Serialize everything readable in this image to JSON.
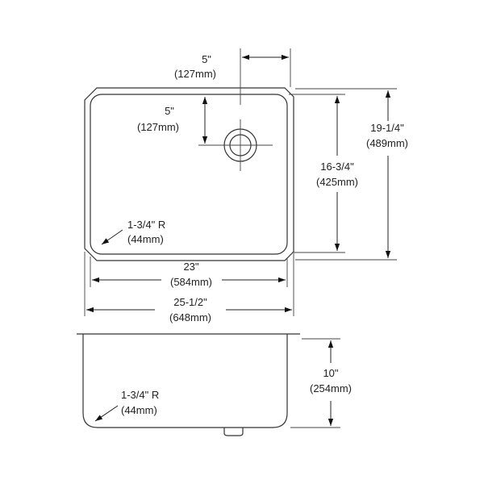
{
  "top_view": {
    "drain_offset_x": {
      "inch": "5\"",
      "mm": "(127mm)"
    },
    "drain_offset_y": {
      "inch": "5\"",
      "mm": "(127mm)"
    },
    "bowl_depth": {
      "inch": "16-3/4\"",
      "mm": "(425mm)"
    },
    "overall_depth": {
      "inch": "19-1/4\"",
      "mm": "(489mm)"
    },
    "corner_radius": {
      "inch": "1-3/4\" R",
      "mm": "(44mm)"
    },
    "bowl_width": {
      "inch": "23\"",
      "mm": "(584mm)"
    },
    "overall_width": {
      "inch": "25-1/2\"",
      "mm": "(648mm)"
    }
  },
  "side_view": {
    "depth": {
      "inch": "10\"",
      "mm": "(254mm)"
    },
    "corner_radius": {
      "inch": "1-3/4\" R",
      "mm": "(44mm)"
    }
  },
  "colors": {
    "line": "#333333",
    "text": "#222222",
    "background": "#ffffff"
  }
}
